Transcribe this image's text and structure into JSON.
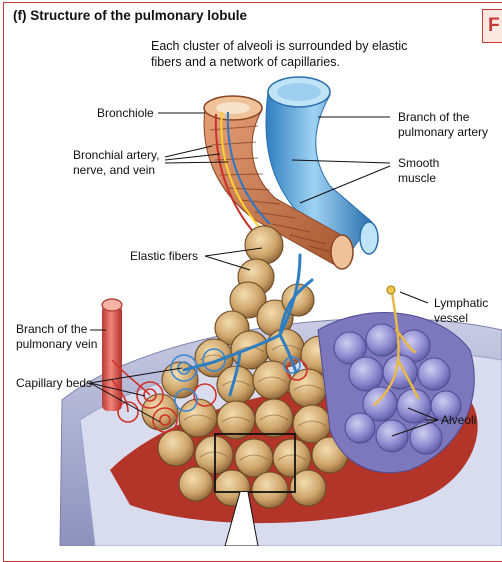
{
  "figure": {
    "title": "(f) Structure of the pulmonary lobule",
    "caption_line1": "Each cluster of alveoli is surrounded by elastic",
    "caption_line2": "fibers and a network of capillaries.",
    "corner_tab_letter": "F"
  },
  "labels": {
    "bronchiole": "Bronchiole",
    "bronchial_line1": "Bronchial artery,",
    "bronchial_line2": "nerve, and vein",
    "branch_artery_line1": "Branch of the",
    "branch_artery_line2": "pulmonary artery",
    "smooth_line1": "Smooth",
    "smooth_line2": "muscle",
    "elastic_fibers": "Elastic fibers",
    "lymph_line1": "Lymphatic",
    "lymph_line2": "vessel",
    "branch_vein_line1": "Branch of the",
    "branch_vein_line2": "pulmonary vein",
    "capillary_beds": "Capillary beds",
    "alveoli": "Alveoli"
  },
  "colors": {
    "frame_border": "#c83a3a",
    "artery_blue": "#5aa6dc",
    "vein_red": "#e8524a",
    "alveoli_tan": "#c9a26a",
    "alveoli_purple": "#8a86c8",
    "pleura_lavender": "#9aa0c8"
  }
}
